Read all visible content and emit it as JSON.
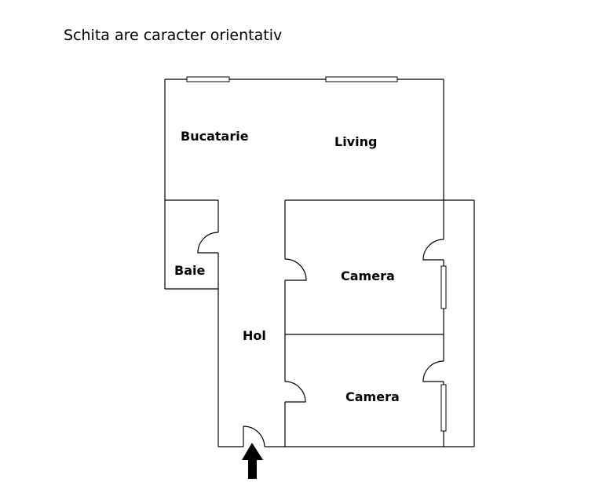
{
  "note": "Schita are caracter orientativ",
  "rooms": {
    "kitchen": "Bucatarie",
    "living": "Living",
    "bathroom": "Baie",
    "hall": "Hol",
    "room1": "Camera",
    "room2": "Camera"
  },
  "icons": {
    "entrance": "entrance-arrow-icon"
  }
}
